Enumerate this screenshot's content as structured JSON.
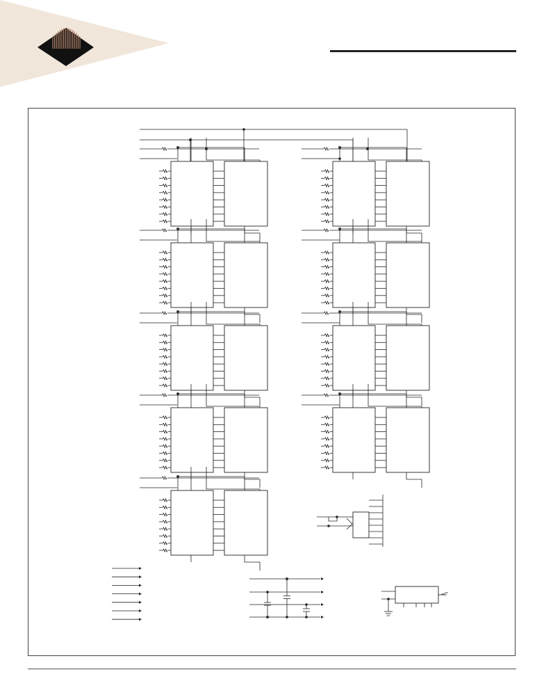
{
  "page": {
    "background": "#ffffff",
    "header": {
      "banner_color": "#f1e6da",
      "logo": {
        "name": "diamond-pillar-logo",
        "diamond_color": "#111111",
        "pillar_color": "#b0826a"
      },
      "rule_color": "#222222"
    },
    "frame_color": "#444444",
    "footer_rule_color": "#555555"
  },
  "schematic": {
    "line_color": "#222222",
    "memory_columns": [
      {
        "name": "left-column",
        "banks": 5
      },
      {
        "name": "right-column",
        "banks": 4
      }
    ],
    "chips_per_bank": 2,
    "data_lines_per_chip": 8,
    "extra_blocks": [
      "clock-buffer-block",
      "control-signal-inputs",
      "decoupling-capacitor-network",
      "eeprom-block"
    ]
  }
}
